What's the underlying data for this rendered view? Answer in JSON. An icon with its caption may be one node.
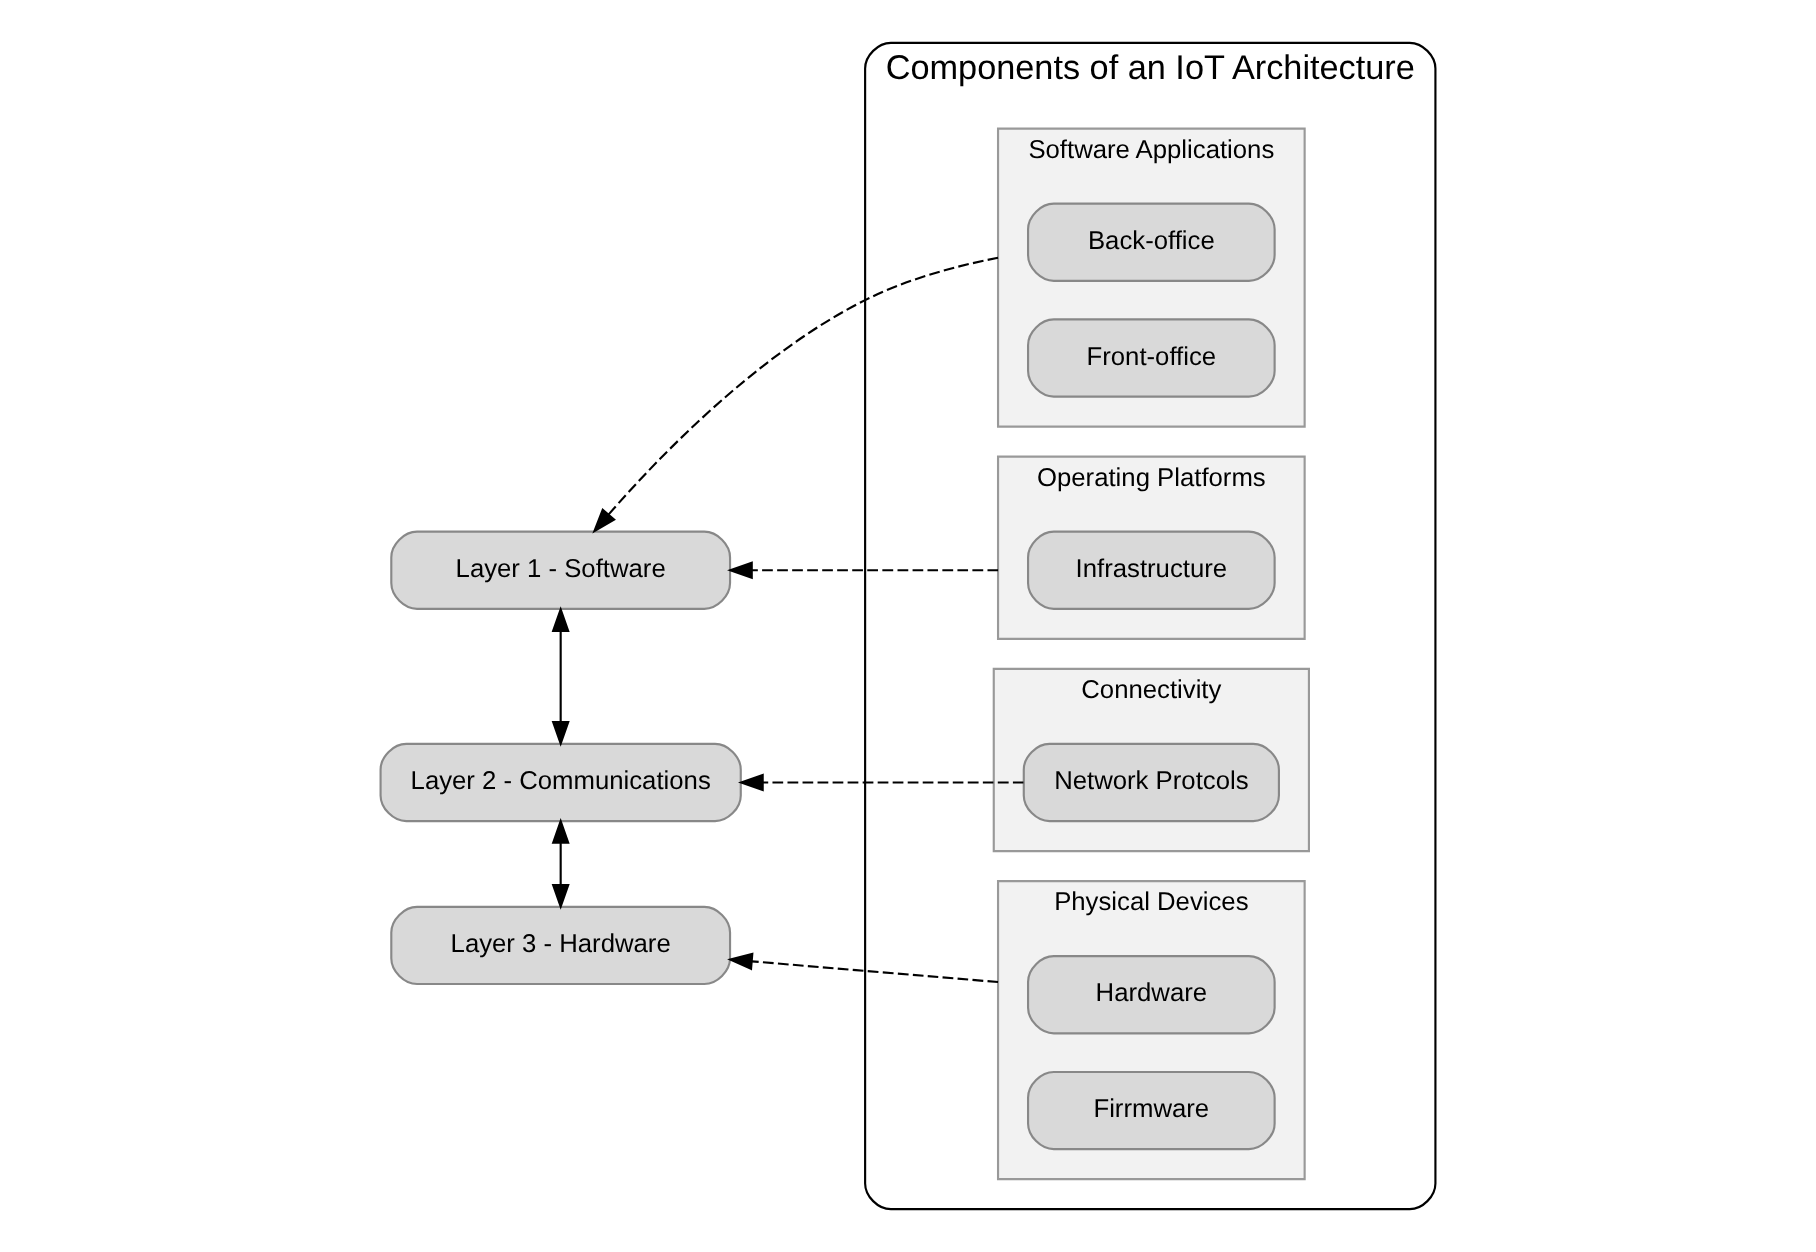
{
  "diagram": {
    "nodes": [
      {
        "text": [
          "Layer 1 - Software"
        ]
      },
      {
        "text": [
          "Layer 2 - Communications"
        ]
      },
      {
        "text": [
          "Layer 3 - Hardware"
        ]
      },
      {
        "text": [
          "Components of an IoT Architecture"
        ]
      },
      {
        "text": [
          "Software Applications"
        ],
        "in": 3
      },
      {
        "text": [
          "Back-office"
        ],
        "in": 4
      },
      {
        "text": [
          "Front-office"
        ],
        "in": 4
      },
      {
        "text": [
          "Operating Platforms"
        ],
        "in": 3
      },
      {
        "text": [
          "Infrastructure"
        ],
        "in": 7
      },
      {
        "text": [
          "Connectivity"
        ],
        "in": 3
      },
      {
        "text": [
          "Network Protcols"
        ],
        "in": 9
      },
      {
        "text": [
          "Physical Devices"
        ],
        "in": 3
      },
      {
        "text": [
          "Hardware"
        ],
        "in": 11
      },
      {
        "text": [
          "Firrmware"
        ],
        "in": 11
      }
    ],
    "edges": [
      {
        "from": 0,
        "to": 1,
        "arrow": "both"
      },
      {
        "from": 1,
        "to": 2,
        "arrow": "both"
      },
      {
        "from": 4,
        "to": 0,
        "arrow": "to",
        "style": "dashed"
      },
      {
        "from": 7,
        "to": 0,
        "arrow": "to",
        "style": "dashed"
      },
      {
        "from": 10,
        "to": 1,
        "arrow": "to",
        "style": "dashed"
      },
      {
        "from": 11,
        "to": 2,
        "arrow": "to",
        "style": "dashed"
      }
    ]
  }
}
